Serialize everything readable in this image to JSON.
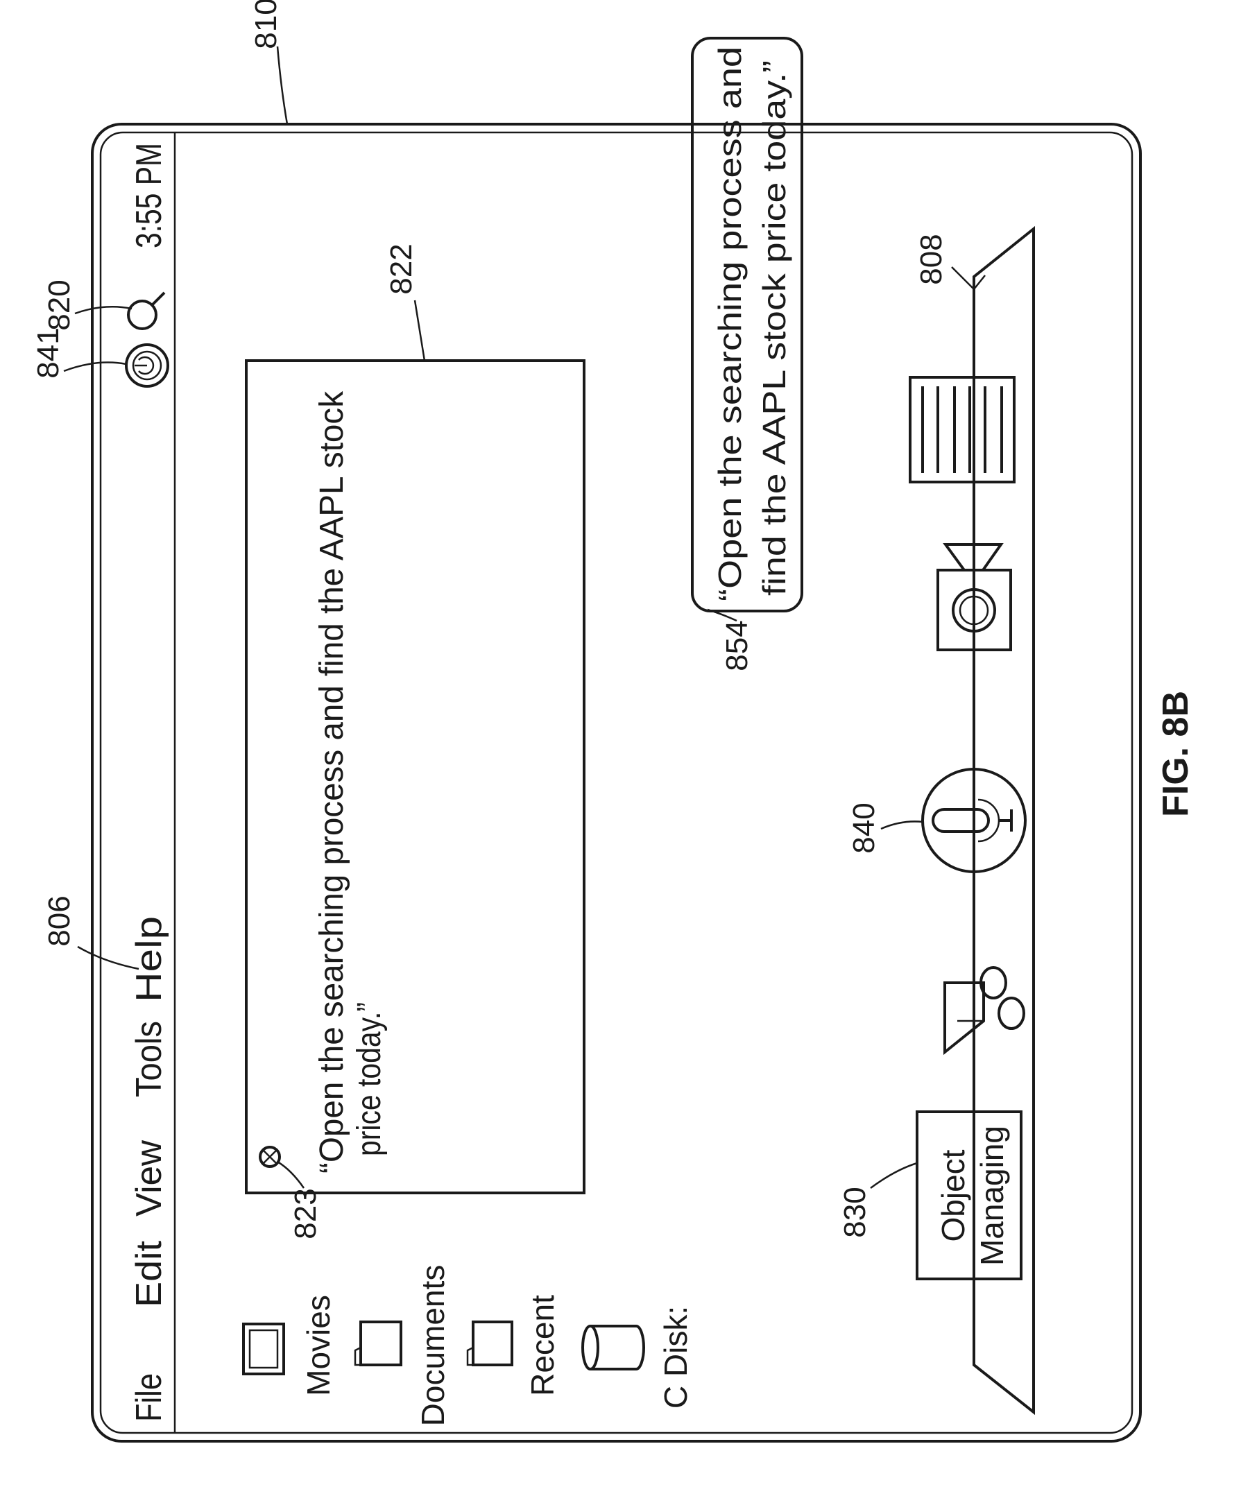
{
  "figure_label": "FIG. 8B",
  "colors": {
    "line": "#1a1a1a",
    "background": "#ffffff"
  },
  "menu_bar": {
    "items": [
      {
        "label": "File"
      },
      {
        "label": "Edit"
      },
      {
        "label": "View"
      },
      {
        "label": "Tools"
      },
      {
        "label": "Help"
      }
    ],
    "status_icons": [
      "power-icon",
      "search-icon"
    ],
    "clock": "3:55 PM"
  },
  "desktop_icons": [
    {
      "label": "Movies",
      "icon": "movie-icon"
    },
    {
      "label": "Documents",
      "icon": "folder-icon"
    },
    {
      "label": "Recent",
      "icon": "folder-icon"
    },
    {
      "label": "C Disk:",
      "icon": "disk-icon"
    }
  ],
  "dialog_window": {
    "icon": "dialog-indicator-icon",
    "lines": [
      "“Open the searching process and find the AAPL stock",
      "price today.”"
    ]
  },
  "speech_bubble": {
    "lines": [
      "“Open the searching process and",
      "find the AAPL stock price today.”"
    ]
  },
  "dock": {
    "items": [
      {
        "label_lines": [
          "Object",
          "Managing"
        ],
        "icon": "object-managing-button"
      },
      {
        "icon": "music-note-icon"
      },
      {
        "icon": "microphone-icon"
      },
      {
        "icon": "video-camera-icon"
      },
      {
        "icon": "document-icon"
      }
    ]
  },
  "reference_numerals": {
    "window": "810",
    "menu_bar": "806",
    "power": "841",
    "search": "820",
    "dialog": "822",
    "dialog_icon": "823",
    "object_managing": "830",
    "microphone": "840",
    "speech_bubble": "854",
    "dock": "808"
  }
}
